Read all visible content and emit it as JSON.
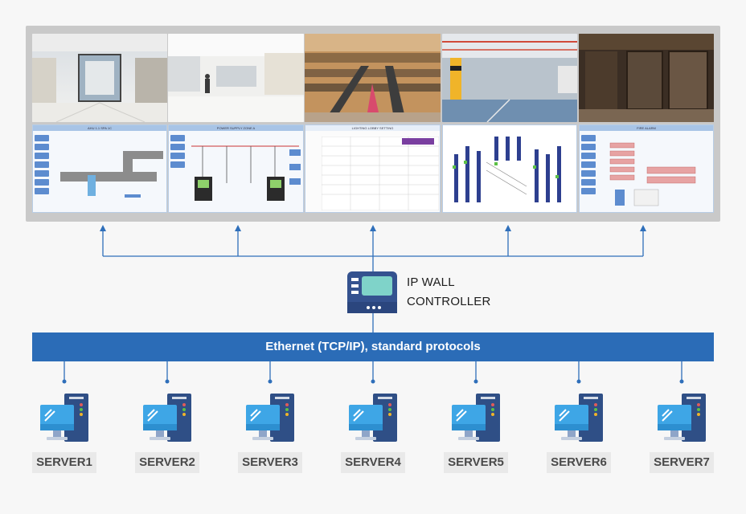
{
  "video_wall": {
    "camera_feeds": [
      "mall-lobby-camera",
      "mall-corridor-camera",
      "atrium-escalator-camera",
      "parking-garage-camera",
      "elevator-lobby-camera"
    ],
    "scada_screens": [
      {
        "title": "AHU 1.1 SPA 1C"
      },
      {
        "title": "POWER SUPPLY ZONE A"
      },
      {
        "title": "LIGHTING LOBBY SETTING"
      },
      {
        "title": ""
      },
      {
        "title": "FIRE ALARM"
      }
    ]
  },
  "controller": {
    "label_line1": "IP WALL",
    "label_line2": "CONTROLLER",
    "icon": "controller-icon"
  },
  "network": {
    "bus_label": "Ethernet (TCP/IP), standard protocols"
  },
  "servers": [
    {
      "label": "SERVER1"
    },
    {
      "label": "SERVER2"
    },
    {
      "label": "SERVER3"
    },
    {
      "label": "SERVER4"
    },
    {
      "label": "SERVER5"
    },
    {
      "label": "SERVER6"
    },
    {
      "label": "SERVER7"
    }
  ],
  "colors": {
    "bus": "#2b6cb7",
    "wire": "#2f6fba",
    "server_screen": "#3ea6e6",
    "server_case": "#2f4f86",
    "controller_body": "#34528f",
    "controller_screen": "#7fd3c9"
  }
}
